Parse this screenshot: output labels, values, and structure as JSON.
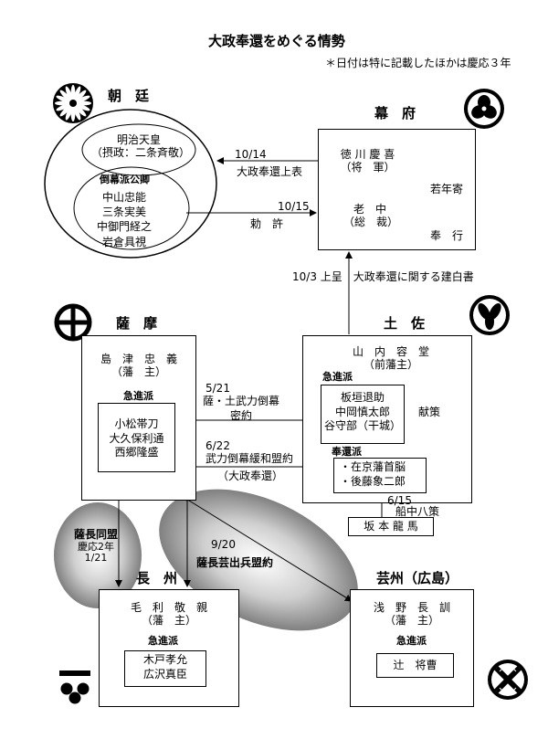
{
  "title": "大政奉還をめぐる情勢",
  "note": "＊日付は特に記載したほかは慶応３年",
  "court": {
    "label": "朝　廷",
    "emperor_lines": [
      "明治天皇",
      "（摂政：二条斉敬）"
    ],
    "faction_label": "倒幕派公卿",
    "faction_members": [
      "中山忠能",
      "三条実美",
      "中御門経之",
      "岩倉具視"
    ]
  },
  "bakufu": {
    "label": "幕　府",
    "shogun_lines": [
      "徳 川 慶 喜",
      "（将　軍）"
    ],
    "roju_lines": [
      "老　中",
      "（総　裁）"
    ],
    "branches": [
      "若年寄",
      "奉　行"
    ]
  },
  "arrows": {
    "a1014_date": "10/14",
    "a1014_label": "大政奉還上表",
    "a1015_date": "10/15",
    "a1015_label": "勅　許",
    "a103_label": "10/3 上呈　大政奉還に関する建白書",
    "a521_date": "5/21",
    "a521_lines": [
      "薩・土武力倒幕",
      "密約"
    ],
    "a622_date": "6/22",
    "a622_line": "武力倒幕緩和盟約",
    "a622_sub": "（大政奉還）",
    "a615_date": "6/15",
    "a615_label": "船中八策",
    "kenpaku": "献策",
    "a920_date": "9/20",
    "a920_label": "薩長芸出兵盟約"
  },
  "satsuma": {
    "label": "薩　摩",
    "lord_lines": [
      "島　津　忠　義",
      "（藩　主）"
    ],
    "faction_label": "急進派",
    "members": [
      "小松帯刀",
      "大久保利通",
      "西郷隆盛"
    ]
  },
  "tosa": {
    "label": "土　佐",
    "lord_lines": [
      "山　内　容　堂",
      "（前藩主）"
    ],
    "faction_label": "急進派",
    "members": [
      "板垣退助",
      "中岡慎太郎",
      "谷守部（干城）"
    ],
    "faction2_label": "奉還派",
    "members2": [
      "・在京藩首脳",
      "・後藤象二郎"
    ],
    "ryoma": "坂 本 龍 馬"
  },
  "satcho": {
    "lines": [
      "薩長同盟",
      "慶応2年",
      "1/21"
    ]
  },
  "choshu": {
    "label": "長　州",
    "lord_lines": [
      "毛　利　敬　親",
      "（藩　主）"
    ],
    "faction_label": "急進派",
    "members": [
      "木戸孝允",
      "広沢真臣"
    ]
  },
  "geishu": {
    "label": "芸州（広島）",
    "lord_lines": [
      "浅　野　長　訓",
      "（藩　主）"
    ],
    "faction_label": "急進派",
    "members": [
      "辻　将曹"
    ]
  },
  "icons": [
    "chrysanthemum-crest",
    "hollyhock-crest",
    "satsuma-cross-crest",
    "tosa-oak-crest",
    "choshu-ichimonji-crest",
    "hiroshima-hawk-feather-crest"
  ],
  "colors": {
    "ink": "#000000",
    "ellipse_gray": "#8c8c8c"
  }
}
